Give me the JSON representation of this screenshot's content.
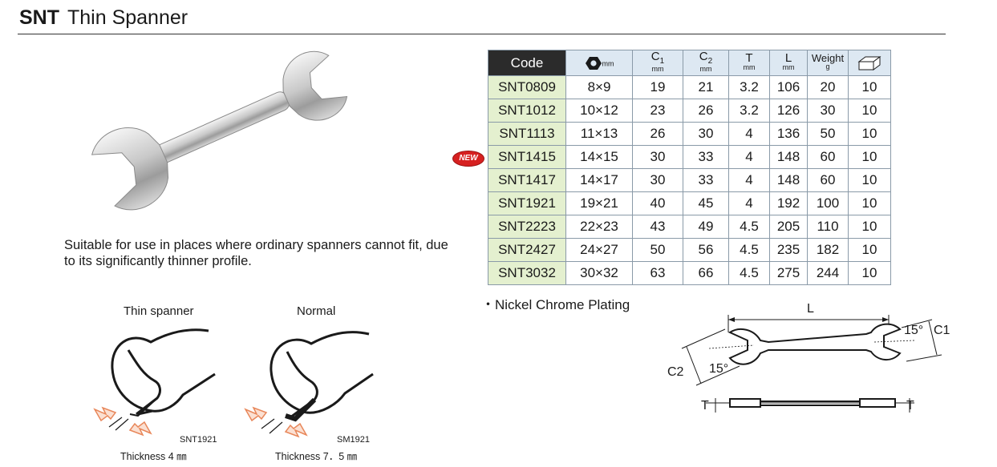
{
  "product": {
    "code": "SNT",
    "name": "Thin Spanner"
  },
  "description": "Suitable for use in places where ordinary spanners cannot fit, due to its significantly thinner profile.",
  "note": "・Nickel Chrome Plating",
  "badge": "NEW",
  "table": {
    "code_header": "Code",
    "headers": {
      "hex_unit": "mm",
      "c1_symbol": "C",
      "c1_sub": "1",
      "c2_symbol": "C",
      "c2_sub": "2",
      "t_symbol": "T",
      "l_symbol": "L",
      "unit_mm": "mm",
      "weight": "Weight",
      "weight_unit": "g"
    },
    "rows": [
      {
        "code": "SNT0809",
        "size": "8×9",
        "c1": "19",
        "c2": "21",
        "t": "3.2",
        "l": "106",
        "weight": "20",
        "qty": "10"
      },
      {
        "code": "SNT1012",
        "size": "10×12",
        "c1": "23",
        "c2": "26",
        "t": "3.2",
        "l": "126",
        "weight": "30",
        "qty": "10"
      },
      {
        "code": "SNT1113",
        "size": "11×13",
        "c1": "26",
        "c2": "30",
        "t": "4",
        "l": "136",
        "weight": "50",
        "qty": "10"
      },
      {
        "code": "SNT1415",
        "size": "14×15",
        "c1": "30",
        "c2": "33",
        "t": "4",
        "l": "148",
        "weight": "60",
        "qty": "10"
      },
      {
        "code": "SNT1417",
        "size": "14×17",
        "c1": "30",
        "c2": "33",
        "t": "4",
        "l": "148",
        "weight": "60",
        "qty": "10"
      },
      {
        "code": "SNT1921",
        "size": "19×21",
        "c1": "40",
        "c2": "45",
        "t": "4",
        "l": "192",
        "weight": "100",
        "qty": "10"
      },
      {
        "code": "SNT2223",
        "size": "22×23",
        "c1": "43",
        "c2": "49",
        "t": "4.5",
        "l": "205",
        "weight": "110",
        "qty": "10"
      },
      {
        "code": "SNT2427",
        "size": "24×27",
        "c1": "50",
        "c2": "56",
        "t": "4.5",
        "l": "235",
        "weight": "182",
        "qty": "10"
      },
      {
        "code": "SNT3032",
        "size": "30×32",
        "c1": "63",
        "c2": "66",
        "t": "4.5",
        "l": "275",
        "weight": "244",
        "qty": "10"
      }
    ]
  },
  "comparison": {
    "thin": {
      "caption": "Thin spanner",
      "code": "SNT1921",
      "thickness": "Thickness 4 ㎜"
    },
    "normal": {
      "caption": "Normal",
      "code": "SM1921",
      "thickness": "Thickness 7．5 ㎜"
    }
  },
  "diagram": {
    "L": "L",
    "C1": "C1",
    "C2": "C2",
    "angle1": "15°",
    "angle2": "15°",
    "T_left": "T",
    "T_right": "T"
  },
  "colors": {
    "table_header": "#dde8f2",
    "code_header": "#2b2b2b",
    "code_cell": "#e4f0cf",
    "badge": "#d62020",
    "arrow": "#e8875a"
  }
}
